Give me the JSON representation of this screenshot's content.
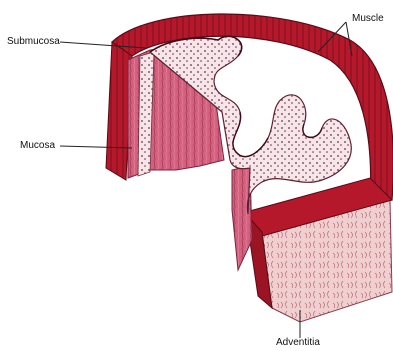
{
  "labels": {
    "submucosa": "Submucosa",
    "mucosa": "Mucosa",
    "muscle": "Muscle",
    "adventitia": "Adventitia"
  },
  "colors": {
    "muscle_red": "#b5182b",
    "muscle_dark": "#7d0f1e",
    "mucosa_pink": "#d4607e",
    "lumen_pink": "#f3dde4",
    "adventitia_pink": "#efcfcf",
    "leader_line": "#222222"
  }
}
